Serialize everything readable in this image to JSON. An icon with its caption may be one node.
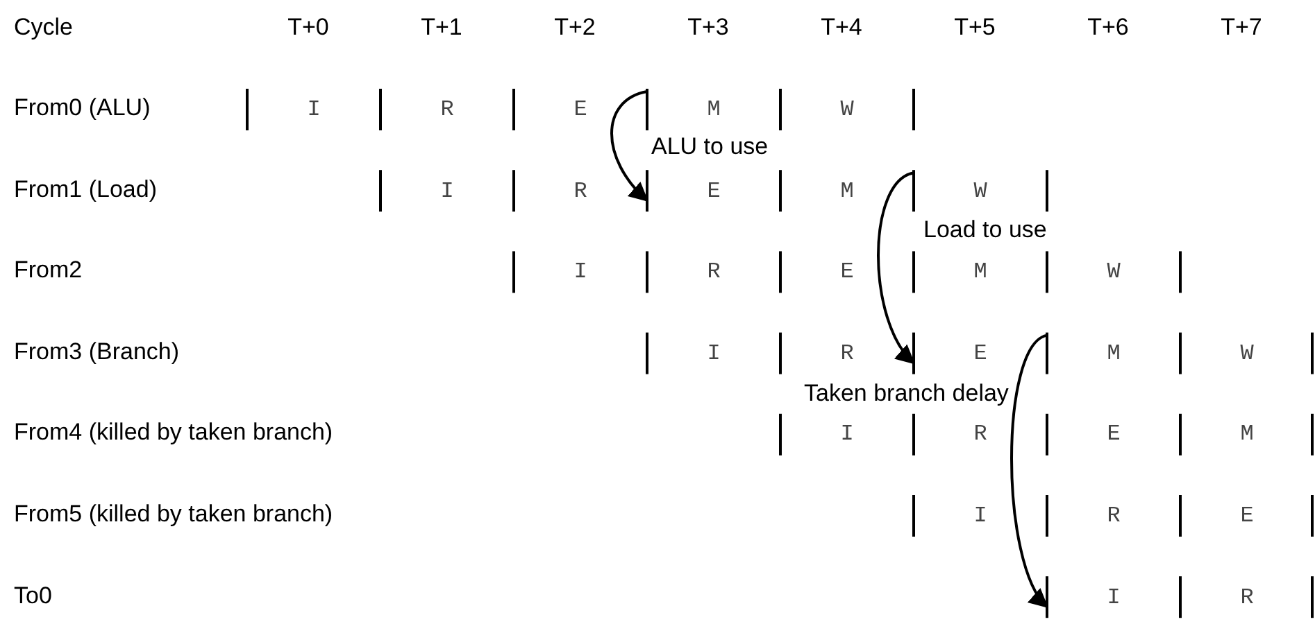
{
  "diagram": {
    "nodes": [
      {
        "text": [
          "I"
        ]
      },
      {
        "text": [
          "R"
        ]
      },
      {
        "text": [
          "E"
        ]
      },
      {
        "text": [
          "M"
        ]
      },
      {
        "text": [
          "W"
        ]
      },
      {
        "text": [
          "I"
        ]
      },
      {
        "text": [
          "R"
        ]
      },
      {
        "text": [
          "E"
        ]
      },
      {
        "text": [
          "M"
        ]
      },
      {
        "text": [
          "W"
        ]
      },
      {
        "text": [
          "I"
        ]
      },
      {
        "text": [
          "R"
        ]
      },
      {
        "text": [
          "E"
        ]
      },
      {
        "text": [
          "M"
        ]
      },
      {
        "text": [
          "W"
        ]
      },
      {
        "text": [
          "I"
        ]
      },
      {
        "text": [
          "R"
        ]
      },
      {
        "text": [
          "E"
        ]
      },
      {
        "text": [
          "M"
        ]
      },
      {
        "text": [
          "W"
        ]
      },
      {
        "text": [
          "I"
        ]
      },
      {
        "text": [
          "R"
        ]
      },
      {
        "text": [
          "E"
        ]
      },
      {
        "text": [
          "M"
        ]
      },
      {
        "text": [
          "I"
        ]
      },
      {
        "text": [
          "R"
        ]
      },
      {
        "text": [
          "E"
        ]
      },
      {
        "text": [
          "I"
        ]
      },
      {
        "text": [
          "R"
        ]
      }
    ],
    "edges": [
      {
        "from": 2,
        "to": 7,
        "arrow": "to",
        "label": "ALU to use"
      },
      {
        "from": 8,
        "to": 17,
        "arrow": "to",
        "label": "Load to use"
      },
      {
        "from": 17,
        "to": 27,
        "arrow": "to",
        "label": "Taken branch delay"
      }
    ],
    "labels": [
      "Cycle",
      "T+0",
      "T+1",
      "T+2",
      "T+3",
      "T+4",
      "T+5",
      "T+6",
      "T+7",
      "From0 (ALU)",
      "From1 (Load)",
      "From2",
      "From3 (Branch)",
      "From4 (killed by taken branch)",
      "From5 (killed by taken branch)",
      "To0"
    ]
  }
}
